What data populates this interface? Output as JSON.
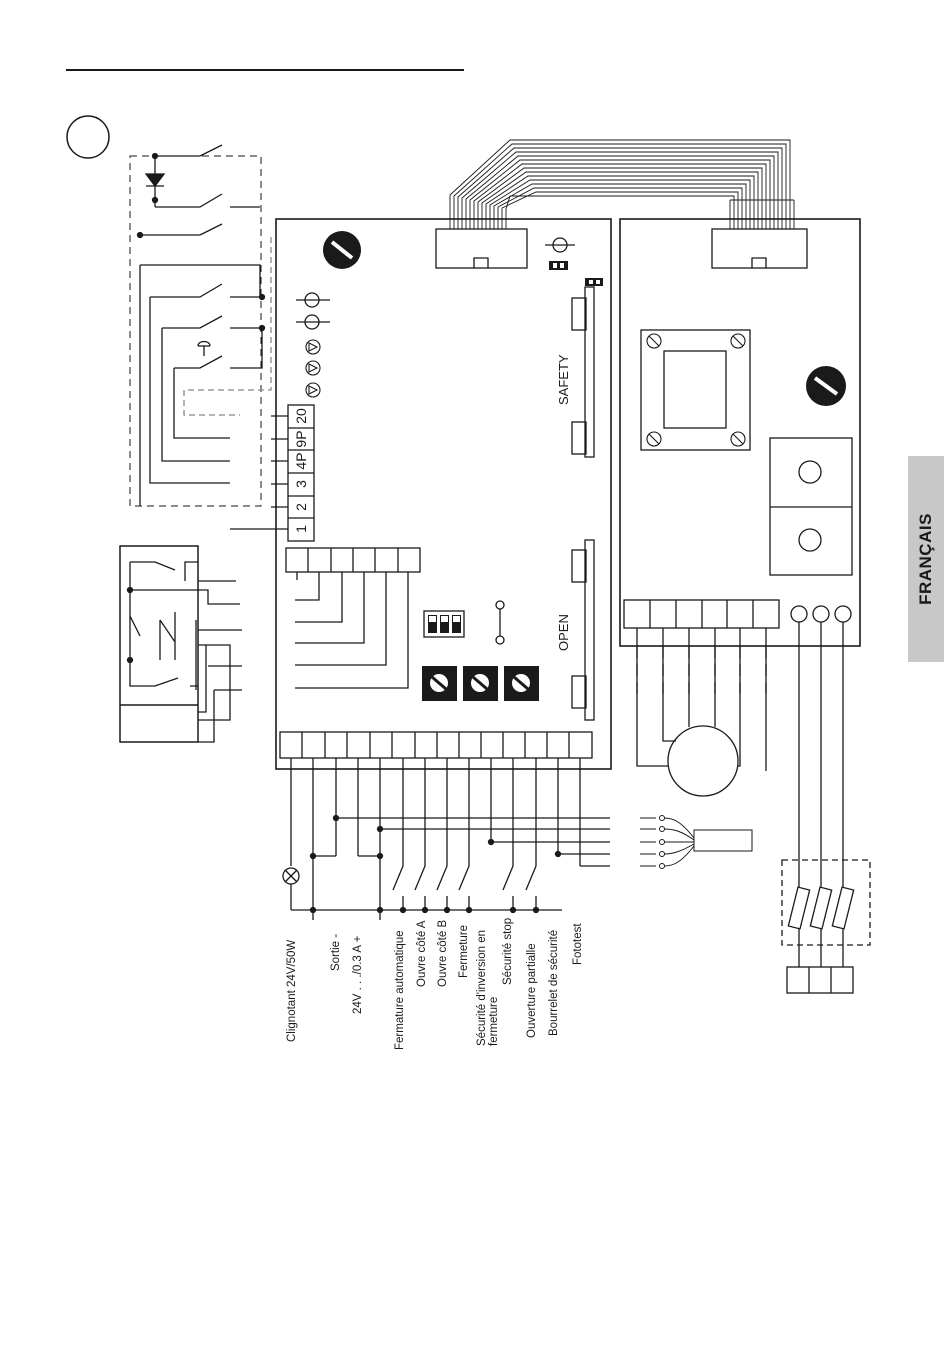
{
  "language_tab": "FRANÇAIS",
  "board": {
    "safety_label": "SAFETY",
    "open_label": "OPEN",
    "left_terminals": [
      "20",
      "9P",
      "4P",
      "3",
      "2",
      "1"
    ]
  },
  "terminal_labels": [
    "Clignotant 24V/50W",
    "Sortie -",
    "24V . . ./0.3 A +",
    "Fermature automatique",
    "Ouvre côté A",
    "Ouvre côté B",
    "Fermeture",
    "Sécurité d'inversion en fermeture",
    "Sécurité stop",
    "Ouverture partialle",
    "Bourrelet de sécurité",
    "Fototest"
  ]
}
